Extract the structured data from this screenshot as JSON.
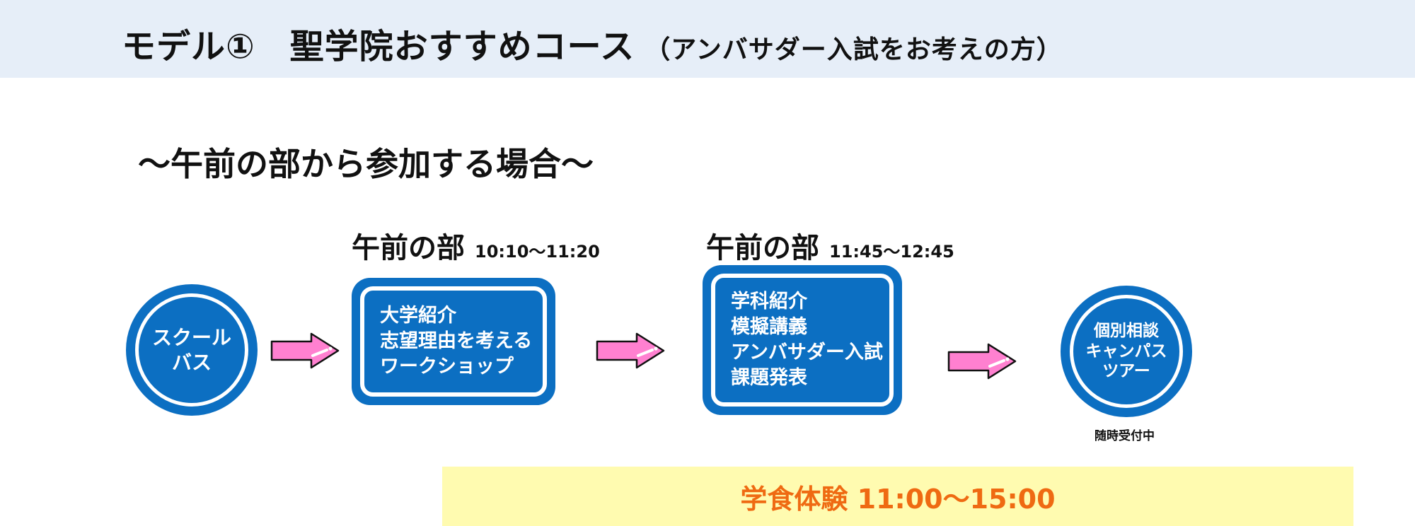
{
  "header": {
    "title": "モデル①　聖学院おすすめコース",
    "subtitle": "（アンバサダー入試をお考えの方）"
  },
  "section": {
    "heading": "～午前の部から参加する場合～"
  },
  "flow": {
    "start": {
      "label": "スクール\nバス"
    },
    "session1": {
      "label": "午前の部",
      "time": "10:10～11:20",
      "lines": [
        "大学紹介",
        "志望理由を考える",
        "ワークショップ"
      ]
    },
    "session2": {
      "label": "午前の部",
      "time": "11:45～12:45",
      "lines": [
        "学科紹介",
        "模擬講義",
        "アンバサダー入試",
        "課題発表"
      ]
    },
    "end": {
      "label": "個別相談\nキャンパス\nツアー",
      "note": "随時受付中"
    }
  },
  "cafeteria": {
    "text": "学食体験 11:00～15:00"
  },
  "colors": {
    "header_bg": "#e6eef8",
    "node_blue": "#0c6fc2",
    "arrow_pink": "#ff80d0",
    "cafeteria_bg": "#fffbb0",
    "cafeteria_text": "#ef6a12"
  }
}
